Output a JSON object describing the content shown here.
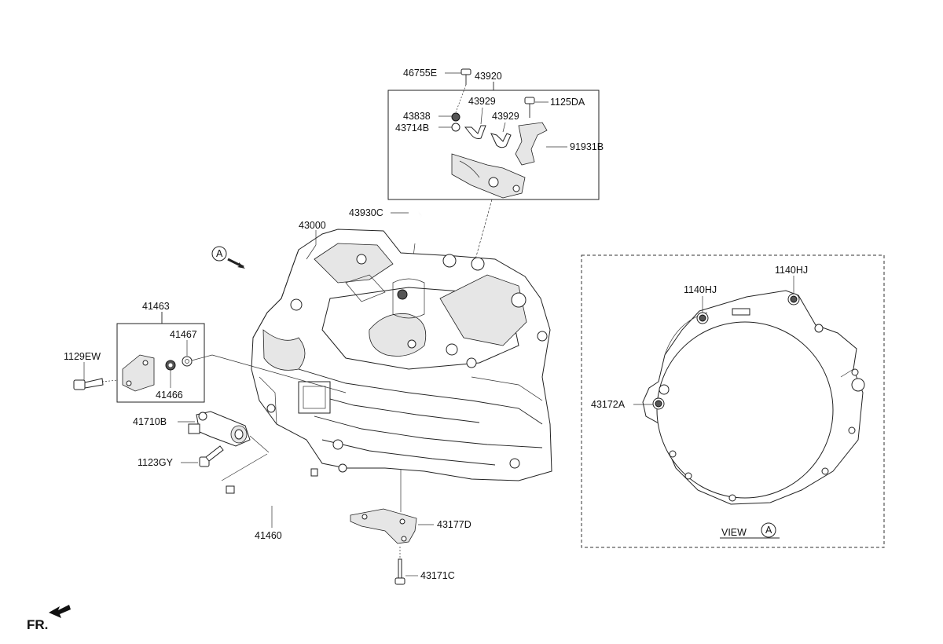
{
  "labels": {
    "l46755E": "46755E",
    "l43920": "43920",
    "l43929a": "43929",
    "l1125DA": "1125DA",
    "l43838": "43838",
    "l43929b": "43929",
    "l43714B": "43714B",
    "l91931B": "91931B",
    "l43930C": "43930C",
    "l43000": "43000",
    "l41463": "41463",
    "l41467": "41467",
    "l1129EW": "1129EW",
    "l41466": "41466",
    "l41710B": "41710B",
    "l1123GY": "1123GY",
    "l41460": "41460",
    "l43177D": "43177D",
    "l43171C": "43171C",
    "l1140HJa": "1140HJ",
    "l1140HJb": "1140HJ",
    "l43172A": "43172A",
    "view": "VIEW",
    "viewA": "A",
    "arrowA": "A",
    "fr": "FR."
  }
}
